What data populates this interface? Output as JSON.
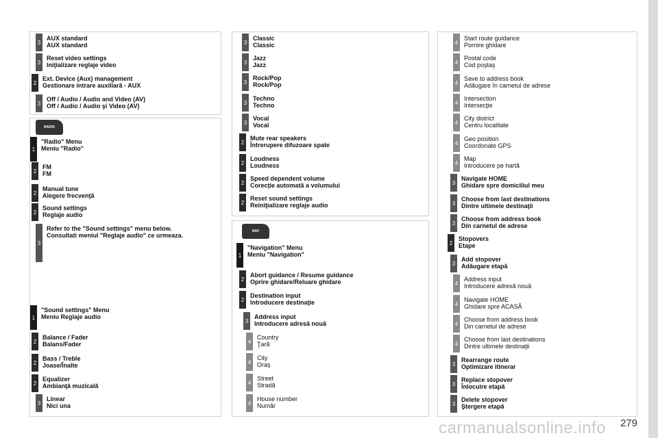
{
  "page_number": "279",
  "watermark": "carmanualsonline.info",
  "radio_tab": "RADIO",
  "nav_tab": "NAV",
  "col1_top": [
    {
      "level": "3",
      "line1": "AUX standard",
      "line2": "AUX standard"
    },
    {
      "level": "3",
      "line1": "Reset video settings",
      "line2": "Iniţializare reglaje video"
    },
    {
      "level": "2",
      "line1": "Ext. Device (Aux) management",
      "line2": "Gestionare intrare auxiliară - AUX"
    },
    {
      "level": "3",
      "line1": "Off / Audio / Audio and Video (AV)",
      "line2": "Off / Audio / Audio şi Video (AV)"
    }
  ],
  "col1_radio": [
    {
      "level": "1",
      "line1": "\"Radio\" Menu",
      "line2": "Meniu \"Radio\""
    },
    {
      "level": "2",
      "line1": "FM",
      "line2": "FM"
    },
    {
      "level": "2",
      "line1": "Manual tune",
      "line2": "Alegere frecvenţă"
    },
    {
      "level": "2",
      "line1": "Sound settings",
      "line2": "Reglaje audio"
    },
    {
      "level": "3",
      "line1": "Refer to the \"Sound settings\" menu below.",
      "line2": "Consultati meniul \"Reglaje audio\" ce urmeaza."
    },
    {
      "level": "1",
      "line1": "\"Sound settings\" Menu",
      "line2": "Meniu Reglaje audio"
    },
    {
      "level": "2",
      "line1": "Balance / Fader",
      "line2": "Balans/Fader"
    },
    {
      "level": "2",
      "line1": "Bass / Treble",
      "line2": "Joase/Înalte"
    },
    {
      "level": "2",
      "line1": "Equalizer",
      "line2": "Ambianţă muzicală"
    },
    {
      "level": "3",
      "line1": "Linear",
      "line2": "Nici una"
    }
  ],
  "col2_top": [
    {
      "level": "3",
      "line1": "Classic",
      "line2": "Classic"
    },
    {
      "level": "3",
      "line1": "Jazz",
      "line2": "Jazz"
    },
    {
      "level": "3",
      "line1": "Rock/Pop",
      "line2": "Rock/Pop"
    },
    {
      "level": "3",
      "line1": "Techno",
      "line2": "Techno"
    },
    {
      "level": "3",
      "line1": "Vocal",
      "line2": "Vocal"
    },
    {
      "level": "2",
      "line1": "Mute rear speakers",
      "line2": "Întrerupere difuzoare spate"
    },
    {
      "level": "2",
      "line1": "Loudness",
      "line2": "Loudness"
    },
    {
      "level": "2",
      "line1": "Speed dependent volume",
      "line2": "Corecţie automată a volumului"
    },
    {
      "level": "2",
      "line1": "Reset sound settings",
      "line2": "Reiniţializare reglaje audio"
    }
  ],
  "col2_nav": [
    {
      "level": "1",
      "line1": "\"Navigation\" Menu",
      "line2": "Meniu \"Navigation\""
    },
    {
      "level": "2",
      "line1": "Abort guidance / Resume guidance",
      "line2": "Oprire ghidare/Reluare ghidare"
    },
    {
      "level": "2",
      "line1": "Destination input",
      "line2": "Introducere destinaţie"
    },
    {
      "level": "3",
      "line1": "Address input",
      "line2": "Introducere adresă nouă"
    },
    {
      "level": "4",
      "line1": "Country",
      "line2": "Ţară"
    },
    {
      "level": "4",
      "line1": "City",
      "line2": "Oraş"
    },
    {
      "level": "4",
      "line1": "Street",
      "line2": "Stradă"
    },
    {
      "level": "4",
      "line1": "House number",
      "line2": "Număr"
    }
  ],
  "col3": [
    {
      "level": "4",
      "line1": "Start route guidance",
      "line2": "Pornire ghidare"
    },
    {
      "level": "4",
      "line1": "Postal code",
      "line2": "Cod poştaş"
    },
    {
      "level": "4",
      "line1": "Save to address book",
      "line2": "Adăugare în carnetul de adrese"
    },
    {
      "level": "4",
      "line1": "Intersection",
      "line2": "Intersecţie"
    },
    {
      "level": "4",
      "line1": "City district",
      "line2": "Centru localitate"
    },
    {
      "level": "4",
      "line1": "Geo position",
      "line2": "Coordonate GPS"
    },
    {
      "level": "4",
      "line1": "Map",
      "line2": "Introducere pe hartă"
    },
    {
      "level": "3",
      "line1": "Navigate HOME",
      "line2": "Ghidare spre domiciliul meu"
    },
    {
      "level": "3",
      "line1": "Choose from last destinations",
      "line2": "Dintre ultimele destinaţii"
    },
    {
      "level": "3",
      "line1": "Choose from address book",
      "line2": "Din carnetul de adrese"
    },
    {
      "level": "2",
      "line1": "Stopovers",
      "line2": "Etape"
    },
    {
      "level": "3",
      "line1": "Add stopover",
      "line2": "Adăugare etapă"
    },
    {
      "level": "4",
      "line1": "Address input",
      "line2": "Introducere adresă nouă"
    },
    {
      "level": "4",
      "line1": "Navigate HOME",
      "line2": "Ghidare spre ACASĂ"
    },
    {
      "level": "4",
      "line1": "Choose from address book",
      "line2": "Din carnetul de adrese"
    },
    {
      "level": "4",
      "line1": "Choose from last destinations",
      "line2": "Dintre ultimele destinaţii"
    },
    {
      "level": "3",
      "line1": "Rearrange route",
      "line2": "Optimizare itinerar"
    },
    {
      "level": "3",
      "line1": "Replace stopover",
      "line2": "Înlocuire etapă"
    },
    {
      "level": "3",
      "line1": "Delete stopover",
      "line2": "Ştergere etapă"
    }
  ]
}
